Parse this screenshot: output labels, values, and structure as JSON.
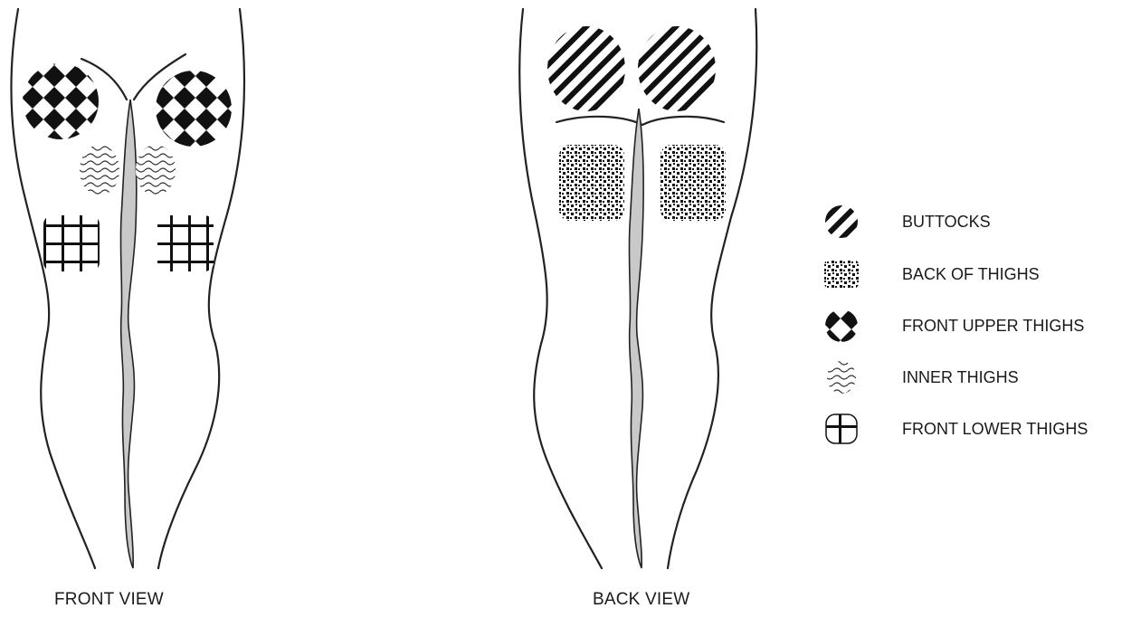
{
  "views": {
    "front_label": "FRONT VIEW",
    "back_label": "BACK VIEW"
  },
  "legend": [
    {
      "label": "BUTTOCKS",
      "pattern": "diagonal-stripes"
    },
    {
      "label": "BACK OF THIGHS",
      "pattern": "dense-dots"
    },
    {
      "label": "FRONT UPPER THIGHS",
      "pattern": "checkerboard-diamonds"
    },
    {
      "label": "INNER THIGHS",
      "pattern": "wavy-lines"
    },
    {
      "label": "FRONT LOWER THIGHS",
      "pattern": "grid-cross"
    }
  ],
  "colors": {
    "ink": "#1a1a1a",
    "fill_gap": "#cfcfcf"
  }
}
